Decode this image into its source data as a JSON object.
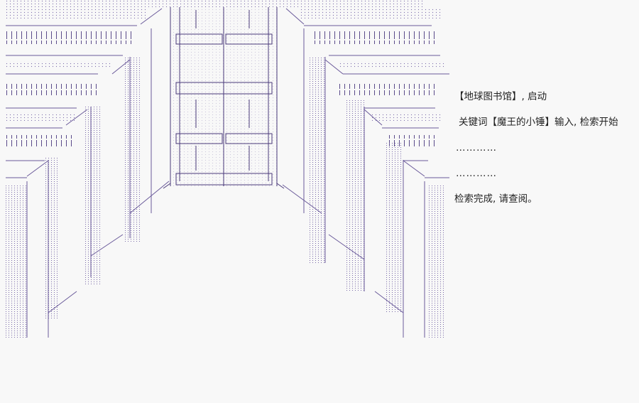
{
  "caption": {
    "line1": "【地球图书馆】, 启动",
    "line2": "关键词【魔王的小锤】输入, 检索开始",
    "line3": "…………",
    "line4": "…………",
    "line5": "检索完成, 请查阅。"
  },
  "colors": {
    "background": "#f8f8f8",
    "art_stroke": "#6a5a9a",
    "text": "#222222"
  }
}
